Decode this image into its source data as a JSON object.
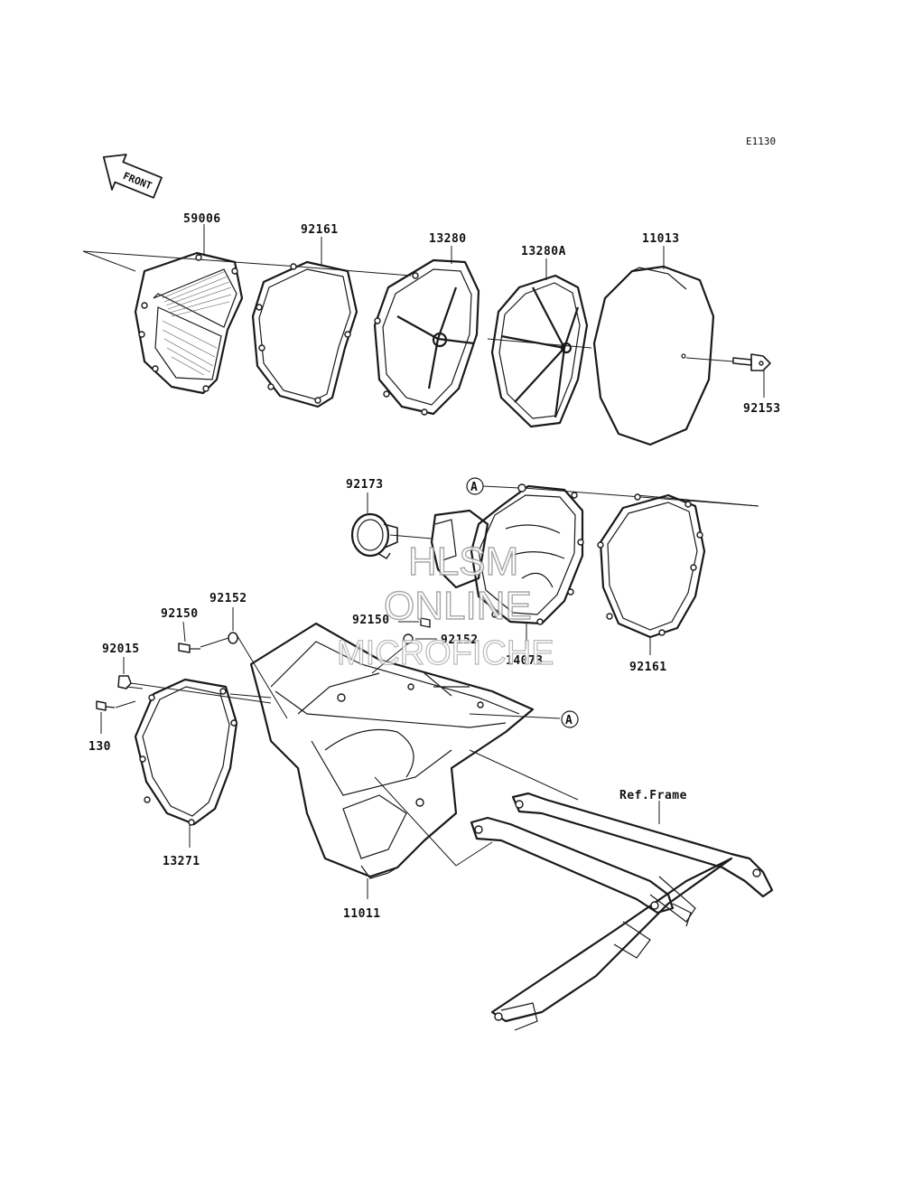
{
  "diagram_code": "E1130",
  "front_indicator": "FRONT",
  "callout_ref": "A",
  "parts": {
    "p59006": "59006",
    "p92161_top": "92161",
    "p13280": "13280",
    "p13280A": "13280A",
    "p11013": "11013",
    "p92153": "92153",
    "p92173": "92173",
    "p14073": "14073",
    "p92161_mid": "92161",
    "p92150_left": "92150",
    "p92152_left": "92152",
    "p92150_mid": "92150",
    "p92152_mid": "92152",
    "p92015": "92015",
    "p130": "130",
    "p13271": "13271",
    "p11011": "11011",
    "ref_frame": "Ref.Frame"
  },
  "watermark": {
    "line1": "HLSM",
    "line2": "ONLINE",
    "line3": "MICROFICHE"
  }
}
